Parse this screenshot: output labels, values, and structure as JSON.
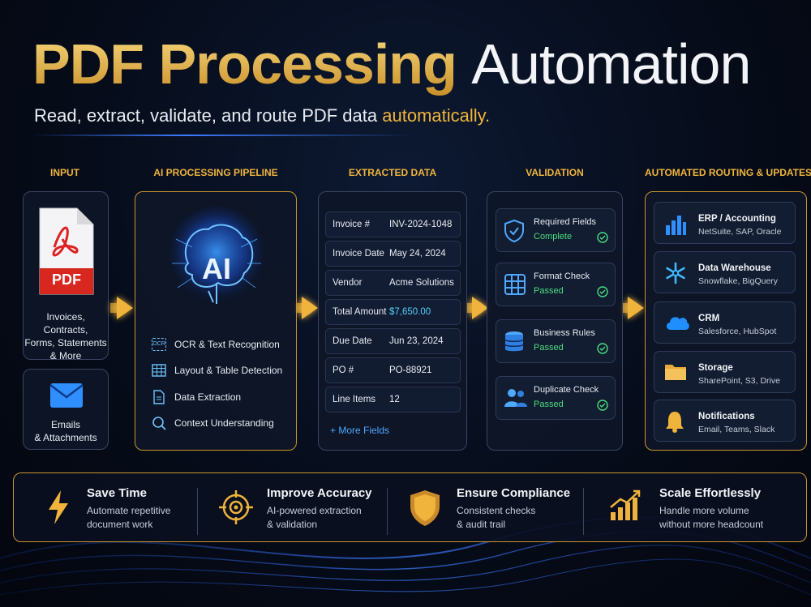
{
  "title": {
    "part1": "PDF Processing",
    "part2": "Automation"
  },
  "subtitle": {
    "main": "Read, extract, validate, and route PDF data",
    "highlight": "automatically."
  },
  "columns": {
    "input": "INPUT",
    "pipeline": "AI PROCESSING PIPELINE",
    "extracted": "EXTRACTED DATA",
    "validation": "VALIDATION",
    "routing": "AUTOMATED ROUTING & UPDATES"
  },
  "input": {
    "pdf_badge": "PDF",
    "pdf_caption_1": "Invoices, Contracts,",
    "pdf_caption_2": "Forms, Statements",
    "pdf_caption_3": "& More",
    "email_caption_1": "Emails",
    "email_caption_2": "& Attachments"
  },
  "pipeline": {
    "ai_label": "AI",
    "items": [
      {
        "label": "OCR & Text Recognition",
        "icon": "ocr-icon",
        "icon_text": "OCR"
      },
      {
        "label": "Layout & Table Detection",
        "icon": "table-icon"
      },
      {
        "label": "Data Extraction",
        "icon": "document-icon"
      },
      {
        "label": "Context Understanding",
        "icon": "magnifier-icon"
      }
    ]
  },
  "extracted": {
    "rows": [
      {
        "key": "Invoice #",
        "value": "INV-2024-1048"
      },
      {
        "key": "Invoice Date",
        "value": "May 24, 2024"
      },
      {
        "key": "Vendor",
        "value": "Acme Solutions"
      },
      {
        "key": "Total Amount",
        "value": "$7,650.00"
      },
      {
        "key": "Due Date",
        "value": "Jun 23, 2024"
      },
      {
        "key": "PO #",
        "value": "PO-88921"
      },
      {
        "key": "Line Items",
        "value": "12"
      }
    ],
    "more": "+ More Fields"
  },
  "validation": {
    "items": [
      {
        "label": "Required Fields",
        "status": "Complete",
        "icon": "shield-check-icon"
      },
      {
        "label": "Format Check",
        "status": "Passed",
        "icon": "grid-icon"
      },
      {
        "label": "Business Rules",
        "status": "Passed",
        "icon": "database-icon"
      },
      {
        "label": "Duplicate Check",
        "status": "Passed",
        "icon": "users-icon"
      }
    ]
  },
  "routing": {
    "items": [
      {
        "label": "ERP / Accounting",
        "sub": "NetSuite, SAP, Oracle",
        "icon": "bar-chart-icon"
      },
      {
        "label": "Data Warehouse",
        "sub": "Snowflake, BigQuery",
        "icon": "snowflake-icon"
      },
      {
        "label": "CRM",
        "sub": "Salesforce, HubSpot",
        "icon": "cloud-icon"
      },
      {
        "label": "Storage",
        "sub": "SharePoint, S3, Drive",
        "icon": "folder-icon"
      },
      {
        "label": "Notifications",
        "sub": "Email, Teams, Slack",
        "icon": "bell-icon"
      }
    ]
  },
  "benefits": [
    {
      "title": "Save Time",
      "line1": "Automate repetitive",
      "line2": "document work",
      "icon": "lightning-icon"
    },
    {
      "title": "Improve Accuracy",
      "line1": "AI-powered extraction",
      "line2": "& validation",
      "icon": "target-icon"
    },
    {
      "title": "Ensure Compliance",
      "line1": "Consistent checks",
      "line2": "& audit trail",
      "icon": "shield-icon"
    },
    {
      "title": "Scale Effortlessly",
      "line1": "Handle more volume",
      "line2": "without more headcount",
      "icon": "growth-chart-icon"
    }
  ],
  "colors": {
    "gold": "#f0b43c",
    "blue": "#3d7bff",
    "green": "#4ade80",
    "cyan": "#4fd3ff",
    "background": "#060c1a"
  }
}
